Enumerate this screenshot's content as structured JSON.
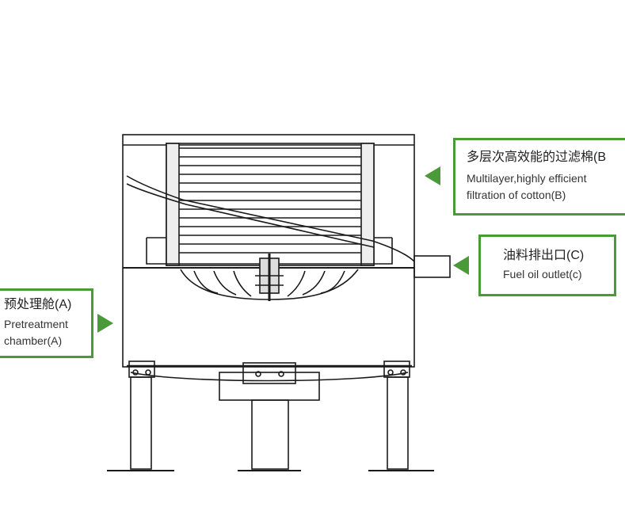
{
  "accent_color": "#4a9a3a",
  "callouts": {
    "filter": {
      "cn": "多层次高效能的过滤棉(B",
      "en_line1": "Multilayer,highly efficient",
      "en_line2": "filtration of cotton(B)"
    },
    "outlet": {
      "cn": "油料排出口(C)",
      "en_line1": "Fuel oil outlet(c)"
    },
    "pretreatment": {
      "cn": "预处理舱(A)",
      "en_line1": "Pretreatment",
      "en_line2": "chamber(A)"
    }
  }
}
